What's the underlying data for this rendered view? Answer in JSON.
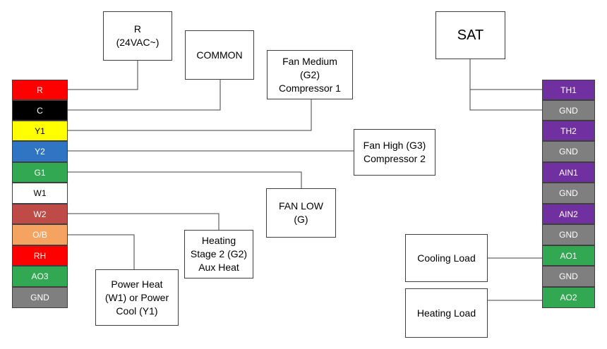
{
  "left_terminals": [
    {
      "label": "R",
      "fill": "#ff0000",
      "text_color": "#ffffff"
    },
    {
      "label": "C",
      "fill": "#000000",
      "text_color": "#ffffff"
    },
    {
      "label": "Y1",
      "fill": "#ffff00",
      "text_color": "#000000"
    },
    {
      "label": "Y2",
      "fill": "#2f75c4",
      "text_color": "#ffffff"
    },
    {
      "label": "G1",
      "fill": "#33a852",
      "text_color": "#ffffff"
    },
    {
      "label": "W1",
      "fill": "#ffffff",
      "text_color": "#000000"
    },
    {
      "label": "W2",
      "fill": "#be4b48",
      "text_color": "#ffffff"
    },
    {
      "label": "O/B",
      "fill": "#f4a460",
      "text_color": "#ffffff"
    },
    {
      "label": "RH",
      "fill": "#ff0000",
      "text_color": "#ffffff"
    },
    {
      "label": "AO3",
      "fill": "#33a852",
      "text_color": "#ffffff"
    },
    {
      "label": "GND",
      "fill": "#7f7f7f",
      "text_color": "#ffffff"
    }
  ],
  "right_terminals": [
    {
      "label": "TH1",
      "fill": "#7030a0",
      "text_color": "#ffffff"
    },
    {
      "label": "GND",
      "fill": "#7f7f7f",
      "text_color": "#ffffff"
    },
    {
      "label": "TH2",
      "fill": "#7030a0",
      "text_color": "#ffffff"
    },
    {
      "label": "GND",
      "fill": "#7f7f7f",
      "text_color": "#ffffff"
    },
    {
      "label": "AIN1",
      "fill": "#7030a0",
      "text_color": "#ffffff"
    },
    {
      "label": "GND",
      "fill": "#7f7f7f",
      "text_color": "#ffffff"
    },
    {
      "label": "AIN2",
      "fill": "#7030a0",
      "text_color": "#ffffff"
    },
    {
      "label": "GND",
      "fill": "#7f7f7f",
      "text_color": "#ffffff"
    },
    {
      "label": "AO1",
      "fill": "#33a852",
      "text_color": "#ffffff"
    },
    {
      "label": "GND",
      "fill": "#7f7f7f",
      "text_color": "#ffffff"
    },
    {
      "label": "AO2",
      "fill": "#33a852",
      "text_color": "#ffffff"
    }
  ],
  "boxes": {
    "r_24vac": "R\n(24VAC~)",
    "common": "COMMON",
    "fan_medium": "Fan Medium\n(G2)\nCompressor 1",
    "fan_high": "Fan High (G3)\nCompressor 2",
    "fan_low": "FAN LOW\n(G)",
    "heating_stage2": "Heating\nStage 2 (G2)\nAux Heat",
    "power_heat": "Power Heat\n(W1) or Power\nCool (Y1)",
    "sat": "SAT",
    "cooling_load": "Cooling Load",
    "heating_load": "Heating Load"
  },
  "wire_color": "#404040"
}
